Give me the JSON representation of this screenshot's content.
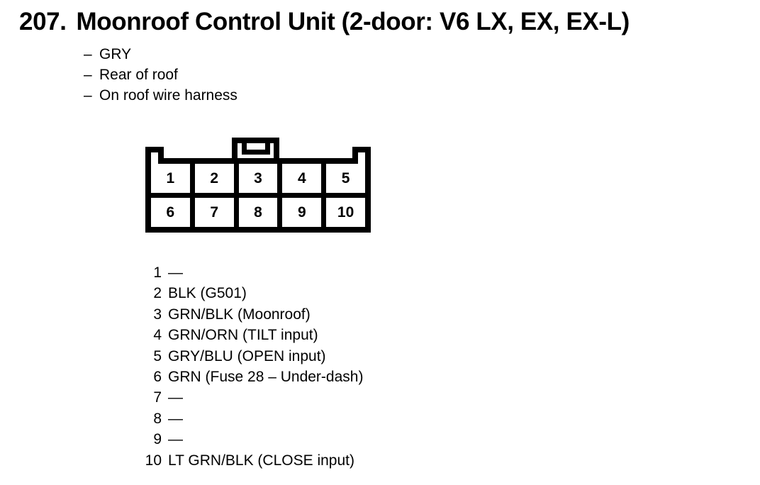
{
  "header": {
    "item_number": "207.",
    "title": "Moonroof Control Unit (2-door: V6 LX, EX, EX-L)"
  },
  "notes": {
    "prefix": "–",
    "items": [
      "GRY",
      "Rear of roof",
      "On roof wire harness"
    ]
  },
  "connector": {
    "rows": [
      [
        "1",
        "2",
        "3",
        "4",
        "5"
      ],
      [
        "6",
        "7",
        "8",
        "9",
        "10"
      ]
    ]
  },
  "pinout": {
    "rows": [
      {
        "pin": "1",
        "label": "—"
      },
      {
        "pin": "2",
        "label": "BLK (G501)"
      },
      {
        "pin": "3",
        "label": "GRN/BLK (Moonroof)"
      },
      {
        "pin": "4",
        "label": "GRN/ORN (TILT input)"
      },
      {
        "pin": "5",
        "label": "GRY/BLU (OPEN input)"
      },
      {
        "pin": "6",
        "label": "GRN (Fuse 28 – Under-dash)"
      },
      {
        "pin": "7",
        "label": "—"
      },
      {
        "pin": "8",
        "label": "—"
      },
      {
        "pin": "9",
        "label": "—"
      },
      {
        "pin": "10",
        "label": "LT GRN/BLK (CLOSE input)"
      }
    ]
  },
  "colors": {
    "ink": "#000000",
    "paper": "#ffffff"
  }
}
